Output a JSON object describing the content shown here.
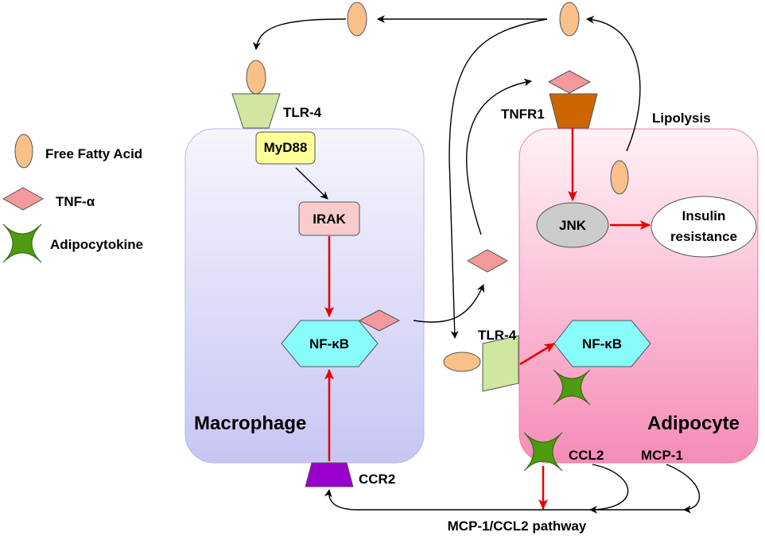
{
  "legend": {
    "fatty_acid": "Free Fatty Acid",
    "tnf": "TNF-α",
    "adipocytokine": "Adipocytokine"
  },
  "macrophage": {
    "title": "Macrophage",
    "receptor": "TLR-4",
    "adapter": "MyD88",
    "kinase": "IRAK",
    "nfkb": "NF-κB",
    "ccr2": "CCR2"
  },
  "adipocyte": {
    "title": "Adipocyte",
    "tnfr1": "TNFR1",
    "jnk": "JNK",
    "insulin_line1": "Insulin",
    "insulin_line2": "resistance",
    "receptor": "TLR-4",
    "nfkb": "NF-κB",
    "ccl2": "CCL2",
    "mcp1": "MCP-1",
    "lipolysis": "Lipolysis"
  },
  "pathway_label": "MCP-1/CCL2 pathway",
  "colors": {
    "fatty_acid_fill": "#f9c08a",
    "tnf_fill": "#f4999b",
    "adipocytokine_fill": "#4e9a10",
    "macrophage_top": "#f4f2fb",
    "macrophage_bottom": "#c6c5f3",
    "adipocyte_top": "#fde6ee",
    "adipocyte_bottom": "#f58bb6",
    "tlr4_fill": "#cfe7a0",
    "myd88_fill": "#ffff99",
    "irak_fill": "#f8cccc",
    "nfkb_fill": "#88fbfb",
    "tnfr1_fill": "#cc6600",
    "jnk_fill": "#cccccc",
    "ccr2_fill": "#9900cc",
    "red_arrow": "#e60000"
  }
}
